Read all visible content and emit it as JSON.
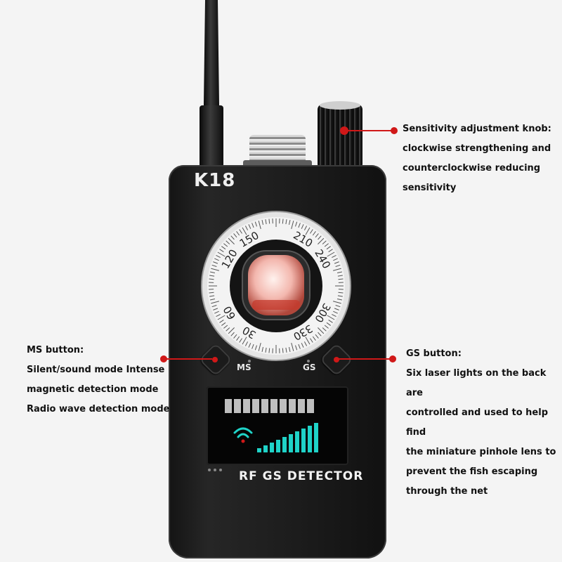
{
  "device": {
    "model": "K18",
    "brand_label": "RF GS DETECTOR",
    "ms_label": "MS",
    "gs_label": "GS",
    "dial_numbers": [
      "30",
      "60",
      "120",
      "150",
      "210",
      "240",
      "300",
      "330"
    ],
    "level_segments": 10
  },
  "callouts": {
    "knob": [
      "Sensitivity adjustment knob:",
      "clockwise strengthening and",
      "counterclockwise reducing",
      "sensitivity"
    ],
    "ms": [
      "MS button:",
      "Silent/sound mode Intense",
      "magnetic detection mode",
      "Radio wave detection mode"
    ],
    "gs": [
      "GS button:",
      "Six laser lights on the back are",
      "controlled and used to help find",
      "the miniature pinhole lens to",
      "prevent the fish escaping",
      "through the net"
    ]
  },
  "colors": {
    "accent": "#d01818",
    "signal": "#1fd3c8",
    "body": "#1d1d1d"
  }
}
